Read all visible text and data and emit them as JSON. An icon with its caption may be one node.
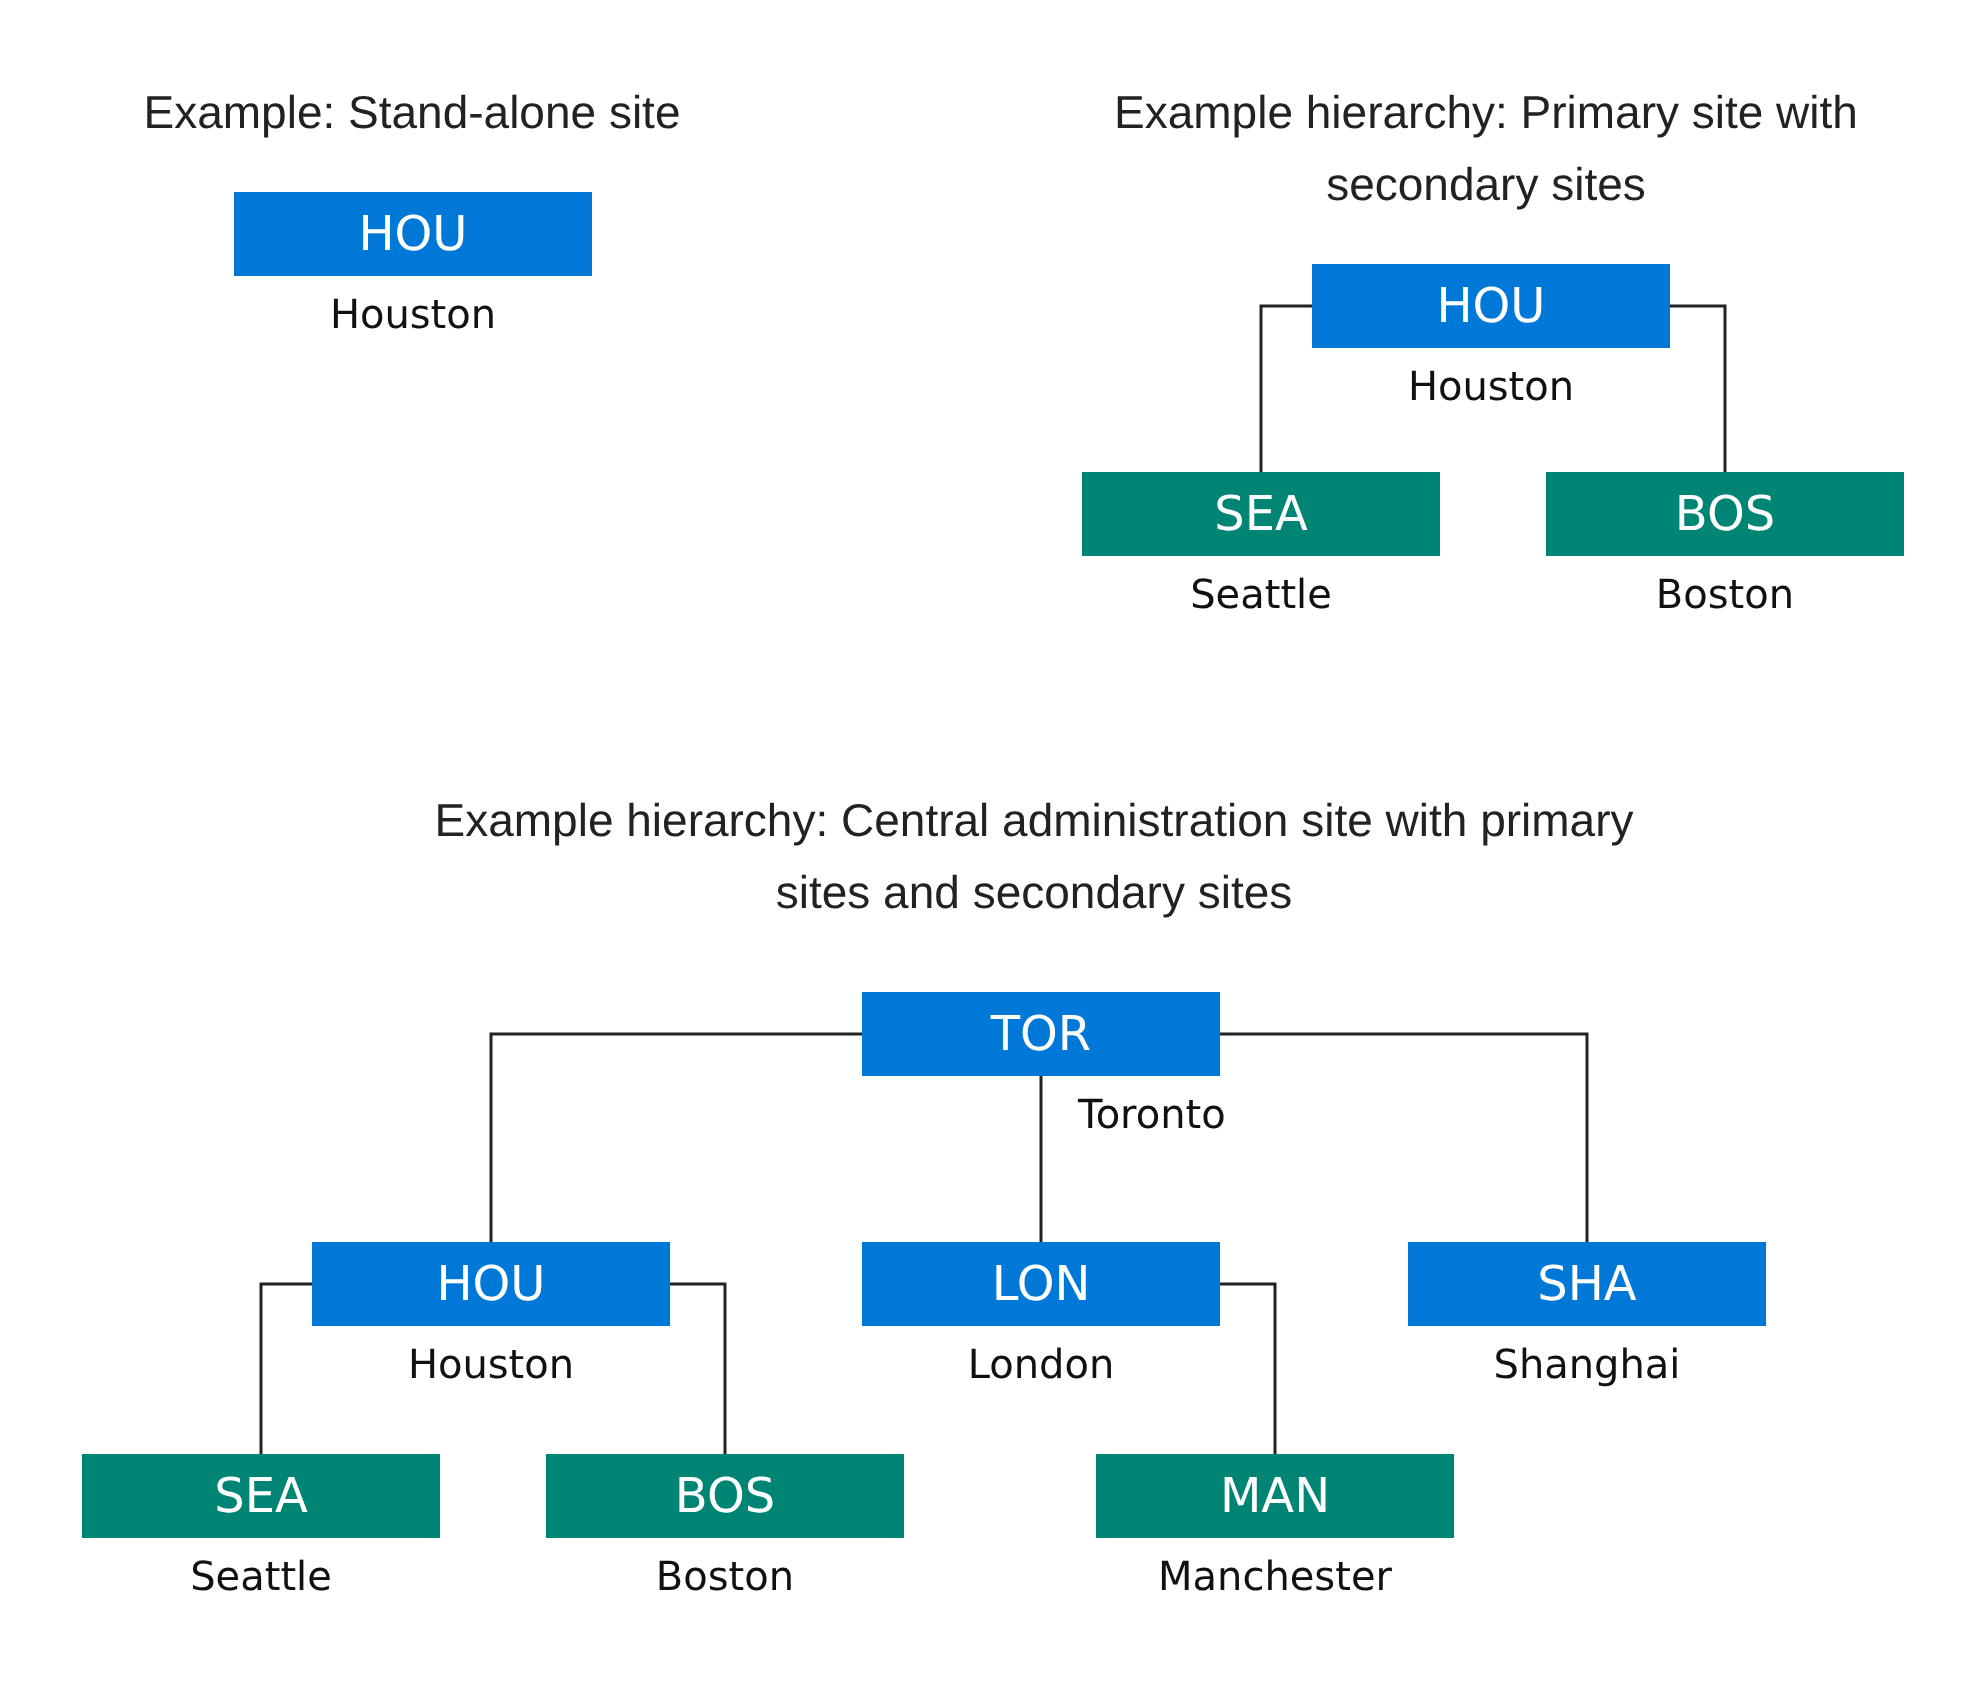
{
  "diagram": {
    "nodes": [
      {
        "text": [
          "HOU"
        ],
        "beside": [
          "Houston"
        ]
      },
      {
        "text": [
          "HOU"
        ],
        "beside": [
          "Houston"
        ]
      },
      {
        "text": [
          "SEA"
        ],
        "beside": [
          "Seattle"
        ]
      },
      {
        "text": [
          "BOS"
        ],
        "beside": [
          "Boston"
        ]
      },
      {
        "text": [
          "TOR"
        ],
        "beside": [
          "Toronto"
        ]
      },
      {
        "text": [
          "HOU"
        ],
        "beside": [
          "Houston"
        ]
      },
      {
        "text": [
          "LON"
        ],
        "beside": [
          "London"
        ]
      },
      {
        "text": [
          "SHA"
        ],
        "beside": [
          "Shanghai"
        ]
      },
      {
        "text": [
          "SEA"
        ],
        "beside": [
          "Seattle"
        ]
      },
      {
        "text": [
          "BOS"
        ],
        "beside": [
          "Boston"
        ]
      },
      {
        "text": [
          "MAN"
        ],
        "beside": [
          "Manchester"
        ]
      }
    ],
    "edges": [
      {
        "from": 1,
        "to": 2,
        "arrow": "none"
      },
      {
        "from": 1,
        "to": 3,
        "arrow": "none"
      },
      {
        "from": 4,
        "to": 5,
        "arrow": "none"
      },
      {
        "from": 4,
        "to": 6,
        "arrow": "none"
      },
      {
        "from": 4,
        "to": 7,
        "arrow": "none"
      },
      {
        "from": 5,
        "to": 8,
        "arrow": "none"
      },
      {
        "from": 5,
        "to": 9,
        "arrow": "none"
      },
      {
        "from": 6,
        "to": 10,
        "arrow": "none"
      }
    ],
    "labels": [
      "Example: Stand-alone site",
      "Example hierarchy: Primary site with secondary sites",
      "Example hierarchy: Central administration site with primary sites and secondary sites"
    ]
  }
}
